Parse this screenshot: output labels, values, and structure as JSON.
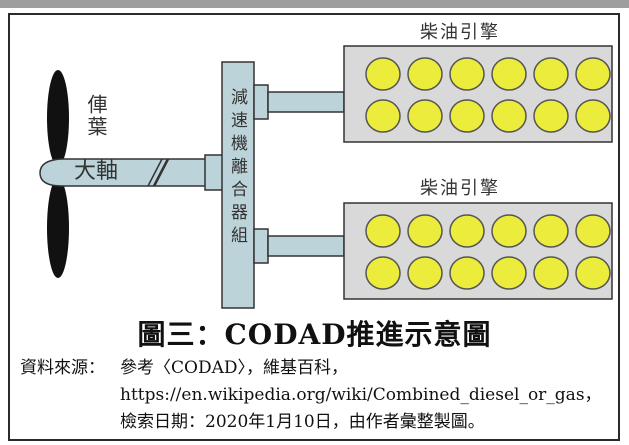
{
  "diagram": {
    "propeller_label": "俥葉",
    "shaft_label": "大軸",
    "gearbox_label": "減速機離合器組",
    "engines": [
      {
        "label": "柴油引擎",
        "rows": 2,
        "cols": 6
      },
      {
        "label": "柴油引擎",
        "rows": 2,
        "cols": 6
      }
    ]
  },
  "caption": {
    "title": "圖三：CODAD推進示意圖",
    "source_label": "資料來源：",
    "source_text": "參考〈CODAD〉，維基百科，https://en.wikipedia.org/wiki/Combined_diesel_or_gas，檢索日期：2020年1月10日，由作者彙整製圖。"
  },
  "colors": {
    "machinery_fill": "#bcd3d9",
    "cylinder_fill": "#ecec3c",
    "engine_box": "#d9d9d9",
    "propeller": "#111111"
  }
}
